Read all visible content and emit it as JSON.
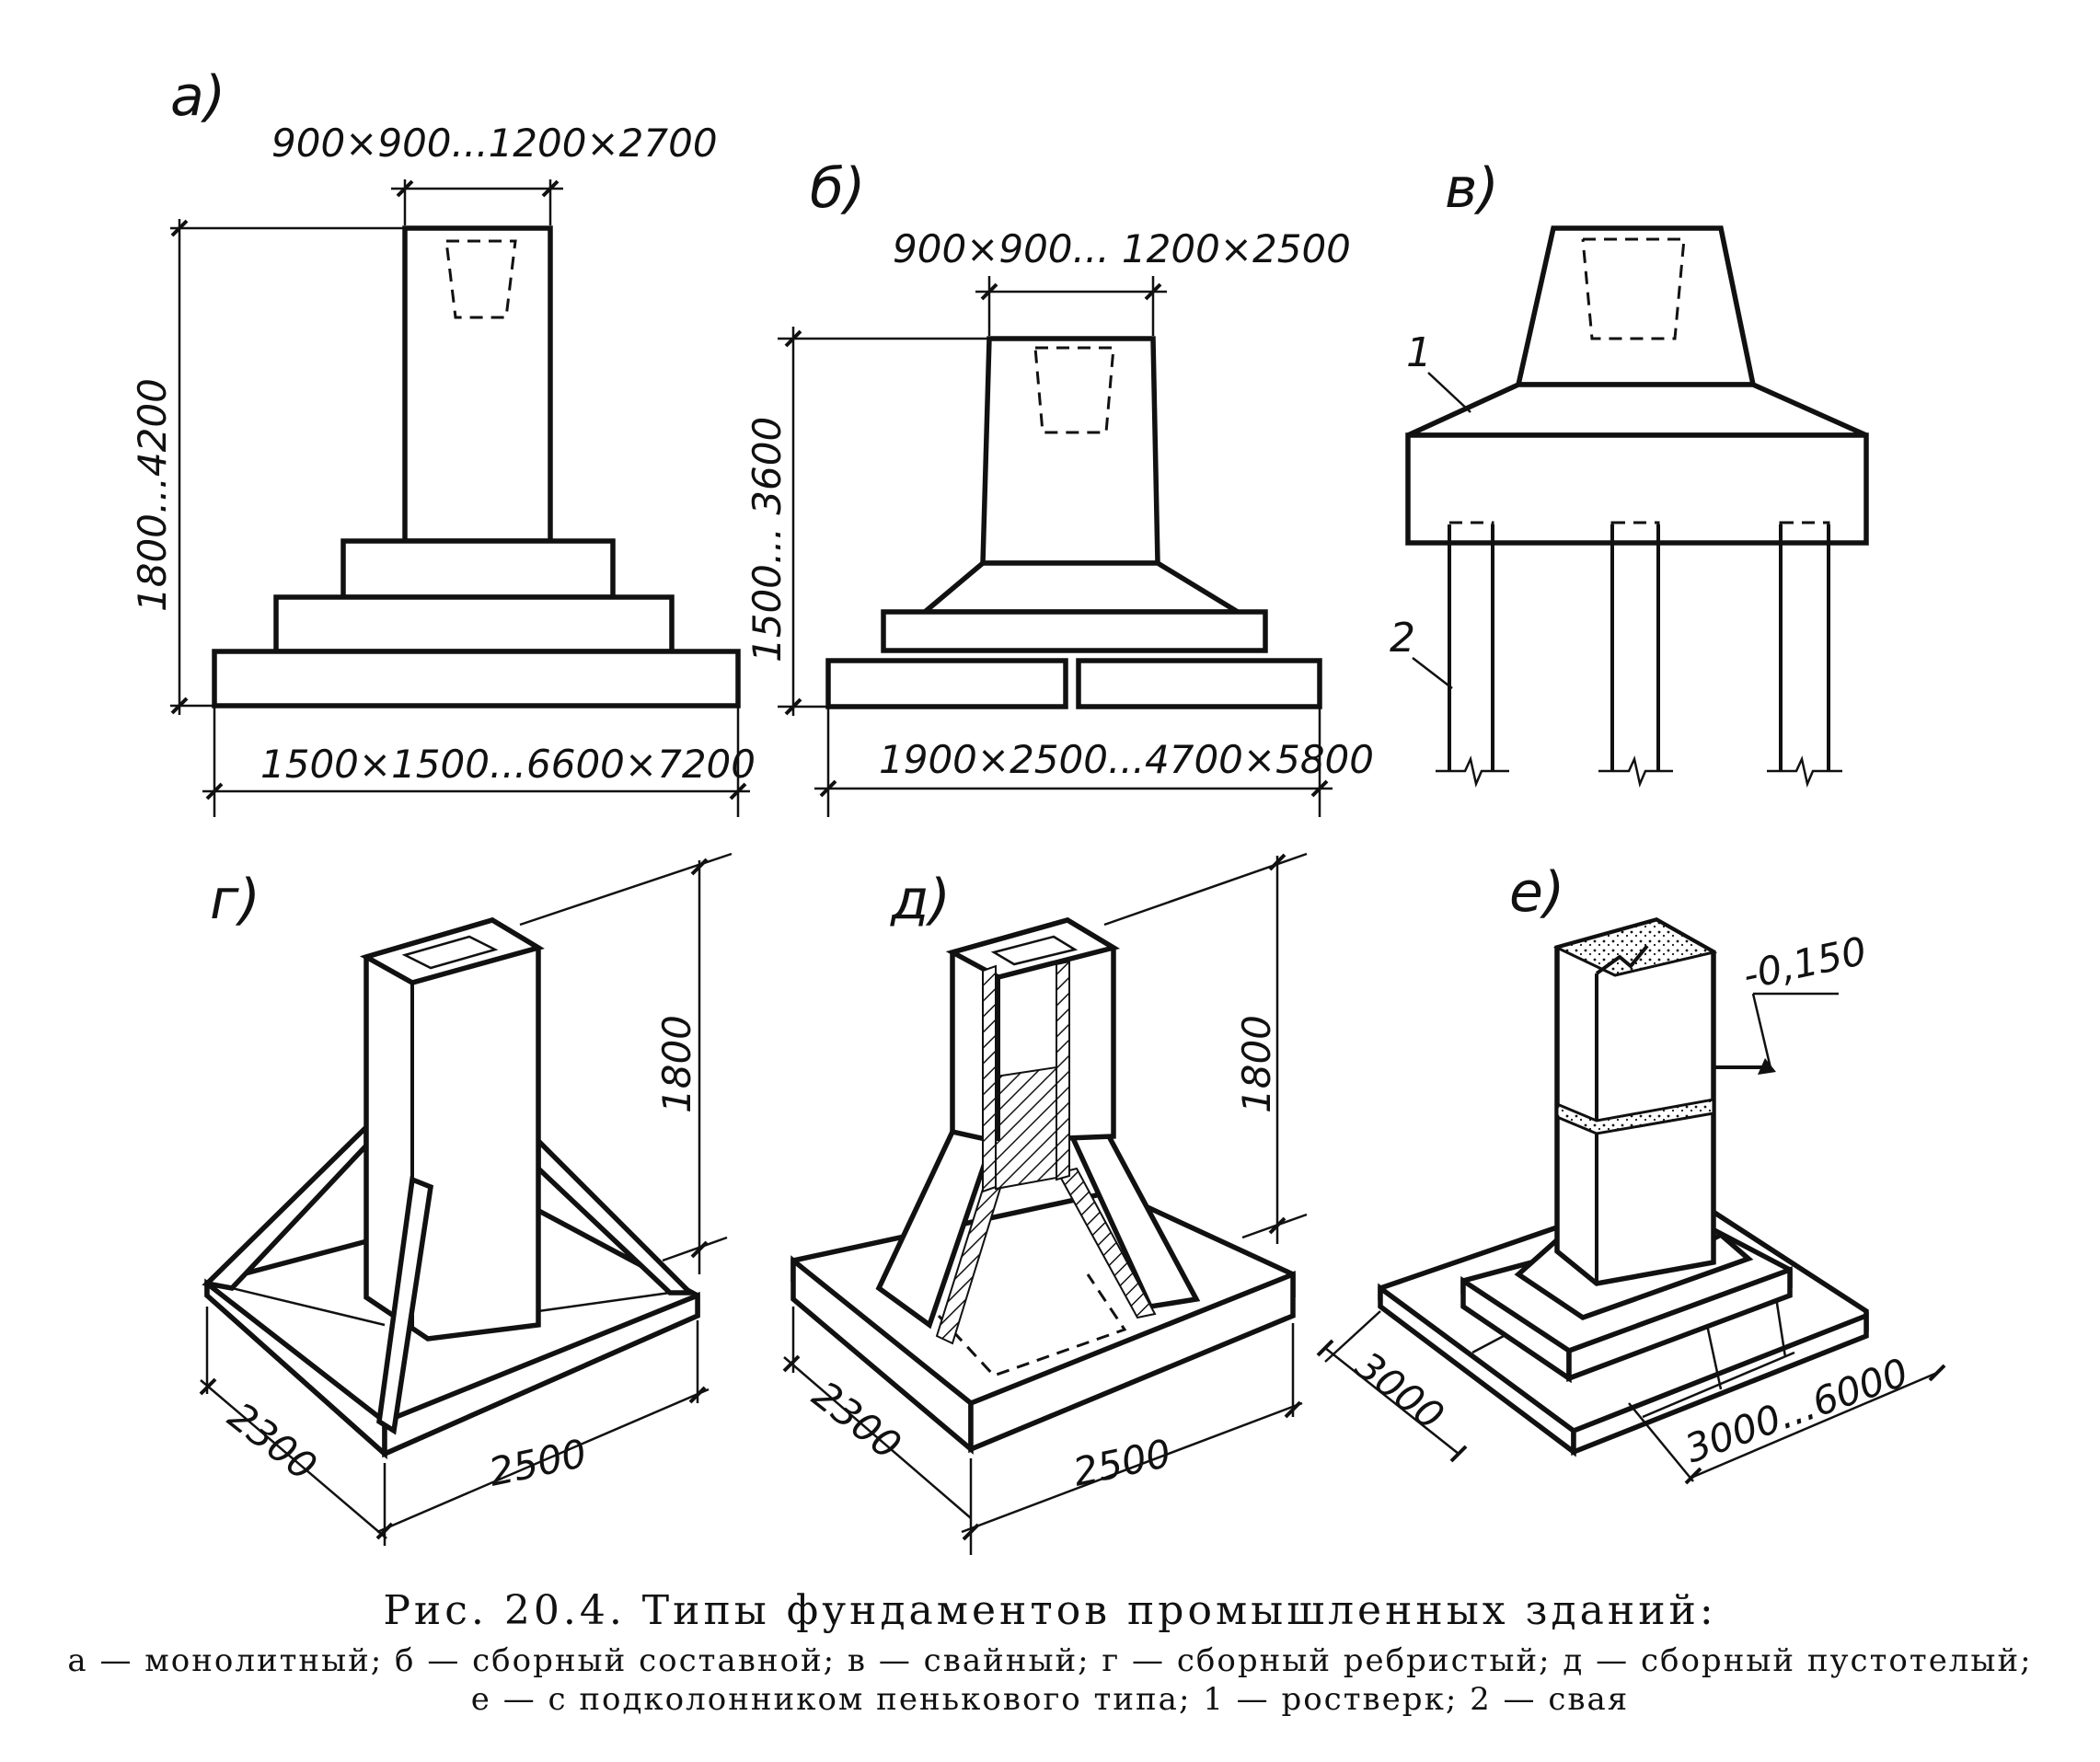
{
  "panels": {
    "a": {
      "label": "а)",
      "top_dim": "900×900...1200×2700",
      "height_dim": "1800...4200",
      "base_dim": "1500×1500...6600×7200"
    },
    "b": {
      "label": "б)",
      "top_dim": "900×900... 1200×2500",
      "height_dim": "1500... 3600",
      "base_dim": "1900×2500...4700×5800"
    },
    "v": {
      "label": "в)",
      "callout_1": "1",
      "callout_2": "2"
    },
    "g": {
      "label": "г)",
      "height_dim": "1800",
      "depth_dim": "2300",
      "width_dim": "2500"
    },
    "d": {
      "label": "д)",
      "height_dim": "1800",
      "depth_dim": "2300",
      "width_dim": "2500"
    },
    "e": {
      "label": "е)",
      "level_mark": "-0,150",
      "depth_dim": "3000",
      "width_dim": "3000...6000"
    }
  },
  "caption": {
    "title": "Рис. 20.4. Типы фундаментов промышленных зданий:",
    "legend": "а — монолитный; б — сборный составной; в — свайный; г — сборный ребристый; д — сборный пустотелый; е — с подколонником пенькового типа; 1 — ростверк; 2 — свая"
  }
}
